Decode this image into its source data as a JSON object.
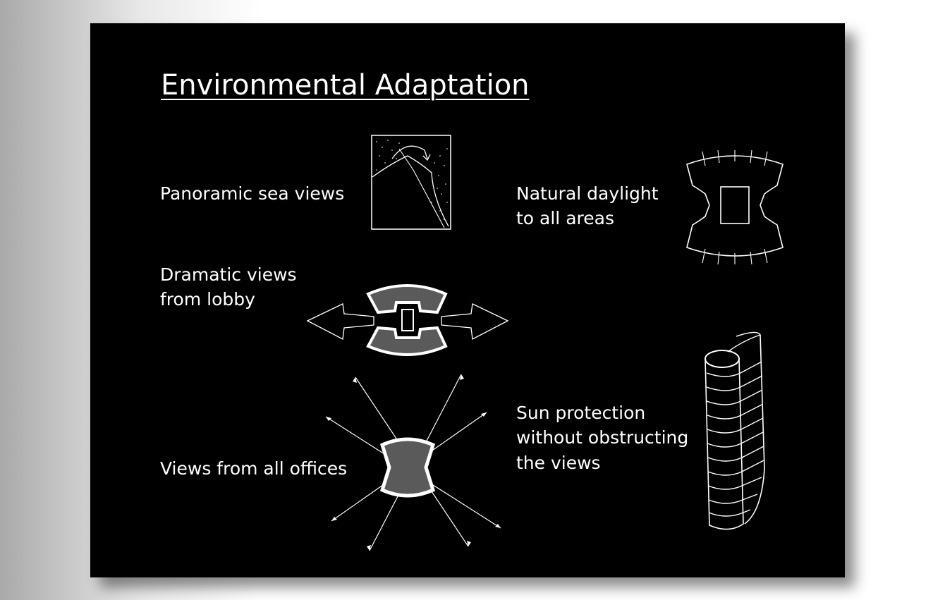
{
  "slide": {
    "title": "Environmental Adaptation",
    "labels": {
      "sea_views": "Panoramic sea views",
      "daylight_line1": "Natural daylight",
      "daylight_line2": "to all areas",
      "lobby_line1": "Dramatic views",
      "lobby_line2": "from lobby",
      "offices": "Views from all offices",
      "sun_line1": "Sun protection",
      "sun_line2": "without obstructing",
      "sun_line3": "the views"
    }
  },
  "colors": {
    "slide_bg": "#000000",
    "sketch_line": "#ffffff",
    "floor_fill": "#5a5a5a"
  },
  "sketches": [
    "sea-view-sketch-icon",
    "daylight-plan-sketch-icon",
    "lobby-views-sketch-icon",
    "office-views-sketch-icon",
    "sun-shading-tower-sketch-icon"
  ]
}
